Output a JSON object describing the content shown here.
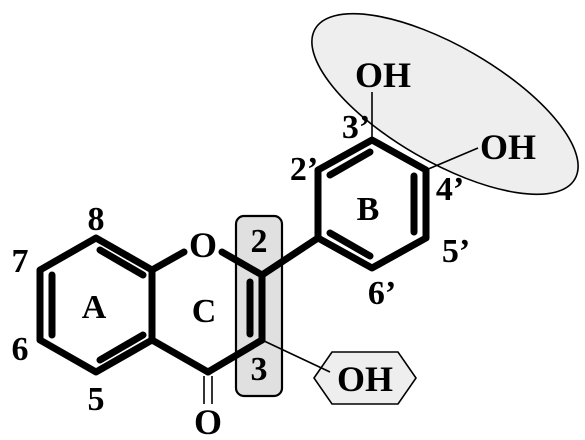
{
  "rings": {
    "a": "A",
    "b": "B",
    "c": "C"
  },
  "atoms": {
    "ring_oxygen": "O",
    "carbonyl_oxygen": "O",
    "oh_3prime": "OH",
    "oh_4prime": "OH",
    "oh_3": "OH"
  },
  "positions": {
    "p2": "2",
    "p3": "3",
    "p5": "5",
    "p6": "6",
    "p7": "7",
    "p8": "8",
    "p2p": "2’",
    "p3p": "3’",
    "p4p": "4’",
    "p5p": "5’",
    "p6p": "6’"
  },
  "colors": {
    "bond": "#000000",
    "highlight_fill": "#eeeeee",
    "box_fill": "#e0e0e0",
    "outline": "#000000"
  }
}
